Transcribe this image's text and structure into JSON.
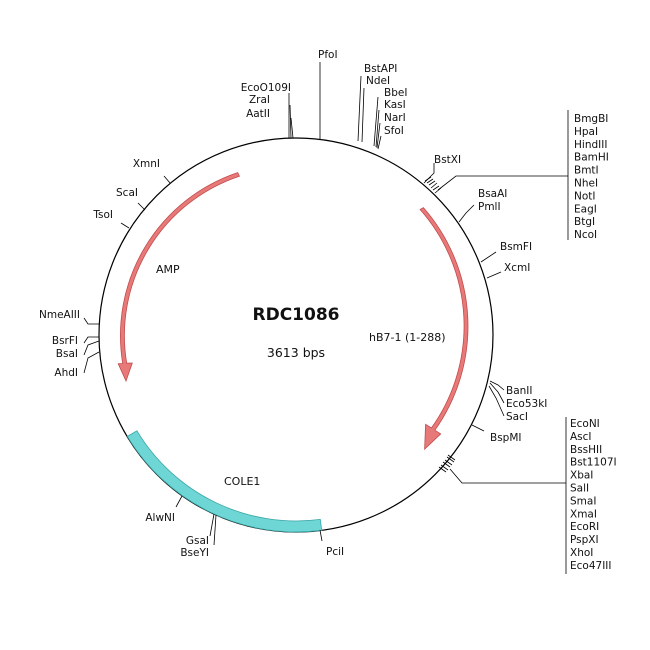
{
  "plasmid": {
    "name": "RDC1086",
    "size_label": "3613 bps"
  },
  "colors": {
    "arrow_fill": "#e87979",
    "arrow_stroke": "#c24c4c",
    "origin_fill": "#6fd6d6",
    "origin_stroke": "#3aa5a5",
    "backbone": "#000000"
  },
  "features": {
    "hb7": "hB7-1 (1-288)",
    "amp": "AMP",
    "cole1": "COLE1"
  },
  "sites": {
    "pfoi": "PfoI",
    "bstapi": "BstAPI",
    "ndei": "NdeI",
    "bbei": "BbeI",
    "kasi": "KasI",
    "nari": "NarI",
    "sfoi": "SfoI",
    "ecoo109i": "EcoO109I",
    "zrai": "ZraI",
    "aatii": "AatII",
    "xmni": "XmnI",
    "scai": "ScaI",
    "tsoi": "TsoI",
    "nmeaiii": "NmeAIII",
    "bsrfi": "BsrFI",
    "bsai": "BsaI",
    "ahdi": "AhdI",
    "alwni": "AlwNI",
    "gsai": "GsaI",
    "bseyi": "BseYI",
    "pcii": "PciI",
    "bstxi": "BstXI",
    "bsaai": "BsaAI",
    "pmlii": "PmlI",
    "bsmfi": "BsmFI",
    "xcmi": "XcmI",
    "banii": "BanII",
    "eco53ki": "Eco53kI",
    "saci": "SacI",
    "bspmi": "BspMI",
    "group_a": [
      "BmgBI",
      "HpaI",
      "HindIII",
      "BamHI",
      "BmtI",
      "NheI",
      "NotI",
      "EagI",
      "BtgI",
      "NcoI"
    ],
    "group_b": [
      "EcoNI",
      "AscI",
      "BssHII",
      "Bst1107I",
      "XbaI",
      "SalI",
      "SmaI",
      "XmaI",
      "EcoRI",
      "PspXI",
      "XhoI",
      "Eco47III"
    ]
  }
}
